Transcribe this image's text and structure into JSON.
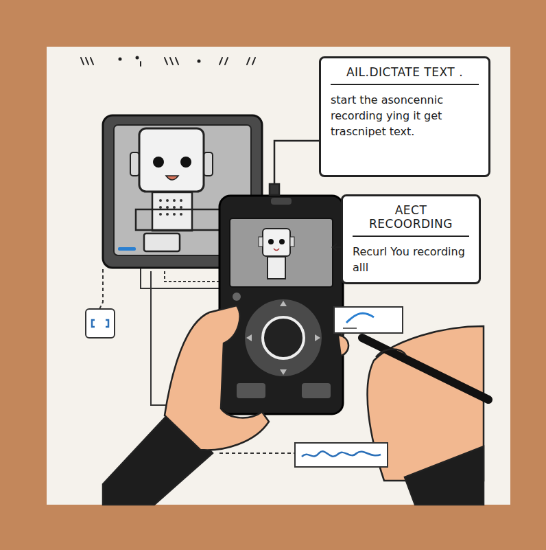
{
  "diagram": {
    "nodes": [
      {
        "text": [
          "AIL.DICTATE TEXT .",
          "start the asoncennic recording ying it get trascnipet text."
        ]
      },
      {
        "text": [
          "AECT RECOORDING",
          "Recurl You recording alll"
        ]
      }
    ]
  }
}
